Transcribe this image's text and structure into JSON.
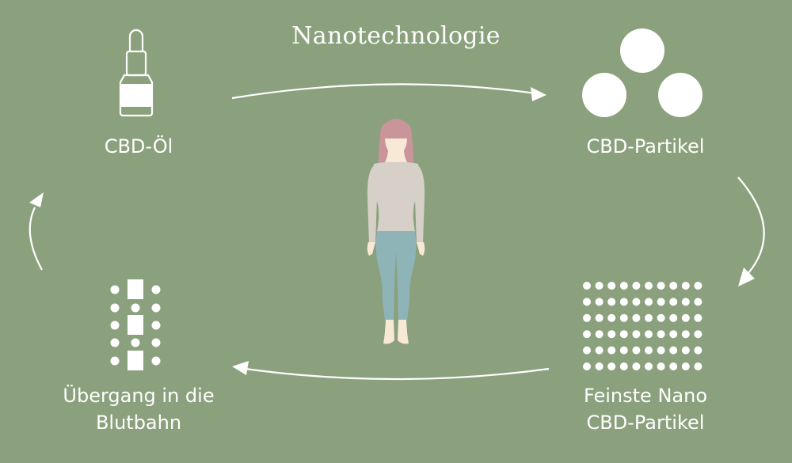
{
  "diagram": {
    "title": "Nanotechnologie",
    "colors": {
      "background": "#8ba17d",
      "foreground": "#ffffff",
      "hair": "#c9949a",
      "skin": "#f7e9d5",
      "sweater": "#d6d0c8",
      "leggings": "#8fb4b8"
    },
    "nodes": [
      {
        "id": "oil",
        "icon": "dropper-bottle-icon",
        "label_lines": [
          "CBD-Öl"
        ]
      },
      {
        "id": "particles",
        "icon": "three-circles-icon",
        "label_lines": [
          "CBD-Partikel"
        ]
      },
      {
        "id": "nano",
        "icon": "dot-grid-icon",
        "label_lines": [
          "Feinste Nano",
          "CBD-Partikel"
        ],
        "grid": {
          "rows": 6,
          "cols": 10
        }
      },
      {
        "id": "blood",
        "icon": "bloodstream-icon",
        "label_lines": [
          "Übergang in die",
          "Blutbahn"
        ]
      }
    ],
    "edges": [
      {
        "from": "oil",
        "to": "particles",
        "label": "Nanotechnologie"
      },
      {
        "from": "particles",
        "to": "nano"
      },
      {
        "from": "nano",
        "to": "blood"
      },
      {
        "from": "blood",
        "to": "oil"
      }
    ],
    "center_figure": "woman-figure-icon"
  }
}
